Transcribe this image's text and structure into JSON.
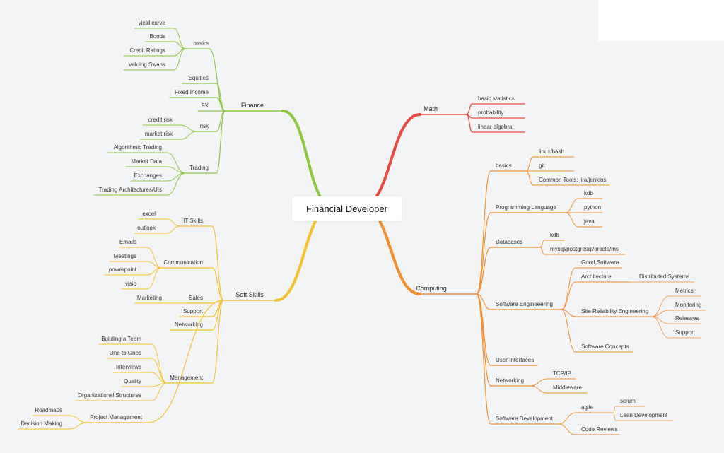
{
  "root": {
    "label": "Financial Developer"
  },
  "colors": {
    "background": "#f3f4f6",
    "finance": "#8dc63f",
    "math": "#e84a3f",
    "computing": "#f28e2b",
    "soft_skills": "#f6c12e"
  },
  "branches": {
    "finance": {
      "label": "Finance",
      "children": [
        {
          "label": "basics",
          "children": [
            {
              "label": "yield curve"
            },
            {
              "label": "Bonds"
            },
            {
              "label": "Credit Ratings"
            },
            {
              "label": "Valuing Swaps"
            }
          ]
        },
        {
          "label": "Equities"
        },
        {
          "label": "Fixed Income"
        },
        {
          "label": "FX"
        },
        {
          "label": "risk",
          "children": [
            {
              "label": "credit risk"
            },
            {
              "label": "market risk"
            }
          ]
        },
        {
          "label": "Trading",
          "children": [
            {
              "label": "Algorithmic Trading"
            },
            {
              "label": "Market Data"
            },
            {
              "label": "Exchanges"
            },
            {
              "label": "Trading Architectures/UIs"
            }
          ]
        }
      ]
    },
    "math": {
      "label": "Math",
      "children": [
        {
          "label": "basic statistics"
        },
        {
          "label": "probability"
        },
        {
          "label": "linear algebra"
        }
      ]
    },
    "computing": {
      "label": "Computing",
      "children": [
        {
          "label": "basics",
          "children": [
            {
              "label": "linux/bash"
            },
            {
              "label": "git"
            },
            {
              "label": "Common Tools: jira/jenkins"
            }
          ]
        },
        {
          "label": "Programming Language",
          "children": [
            {
              "label": "kdb"
            },
            {
              "label": "python"
            },
            {
              "label": "java"
            }
          ]
        },
        {
          "label": "Databases",
          "children": [
            {
              "label": "kdb"
            },
            {
              "label": "mysql/postgresql/oracle/ms"
            }
          ]
        },
        {
          "label": "Software Engineeering",
          "children": [
            {
              "label": "Good Software"
            },
            {
              "label": "Architecture",
              "children": [
                {
                  "label": "Distributed Systems"
                }
              ]
            },
            {
              "label": "Site Reliability Engineering",
              "children": [
                {
                  "label": "Metrics"
                },
                {
                  "label": "Monitoring"
                },
                {
                  "label": "Releases"
                },
                {
                  "label": "Support"
                }
              ]
            },
            {
              "label": "Software Concepts"
            }
          ]
        },
        {
          "label": "User Interfaces"
        },
        {
          "label": "Networking",
          "children": [
            {
              "label": "TCP/IP"
            },
            {
              "label": "Middleware"
            }
          ]
        },
        {
          "label": "Software Development",
          "children": [
            {
              "label": "agile",
              "children": [
                {
                  "label": "scrum"
                },
                {
                  "label": "Lean Development"
                }
              ]
            },
            {
              "label": "Code Reviews"
            }
          ]
        }
      ]
    },
    "soft_skills": {
      "label": "Soft Skills",
      "children": [
        {
          "label": "IT Skills",
          "children": [
            {
              "label": "excel"
            },
            {
              "label": "outlook"
            }
          ]
        },
        {
          "label": "Communication",
          "children": [
            {
              "label": "Emails"
            },
            {
              "label": "Meetings"
            },
            {
              "label": "powerpoint"
            },
            {
              "label": "visio"
            }
          ]
        },
        {
          "label": "Sales",
          "children": [
            {
              "label": "Marketing"
            }
          ]
        },
        {
          "label": "Support"
        },
        {
          "label": "Networking"
        },
        {
          "label": "Management",
          "children": [
            {
              "label": "Building a Team"
            },
            {
              "label": "One to Ones"
            },
            {
              "label": "Interviews"
            },
            {
              "label": "Quality"
            },
            {
              "label": "Organizational Structures"
            }
          ]
        },
        {
          "label": "Project Management",
          "children": [
            {
              "label": "Roadmaps"
            },
            {
              "label": "Decision Making"
            }
          ]
        }
      ]
    }
  }
}
